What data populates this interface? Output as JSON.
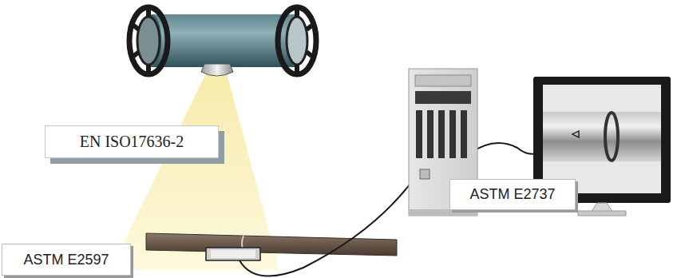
{
  "diagram": {
    "nodes": [
      {
        "text": [
          "EN ISO17636-2"
        ]
      },
      {
        "text": [
          "ASTM E2597"
        ]
      },
      {
        "text": [
          "ASTM E2737"
        ]
      }
    ]
  }
}
